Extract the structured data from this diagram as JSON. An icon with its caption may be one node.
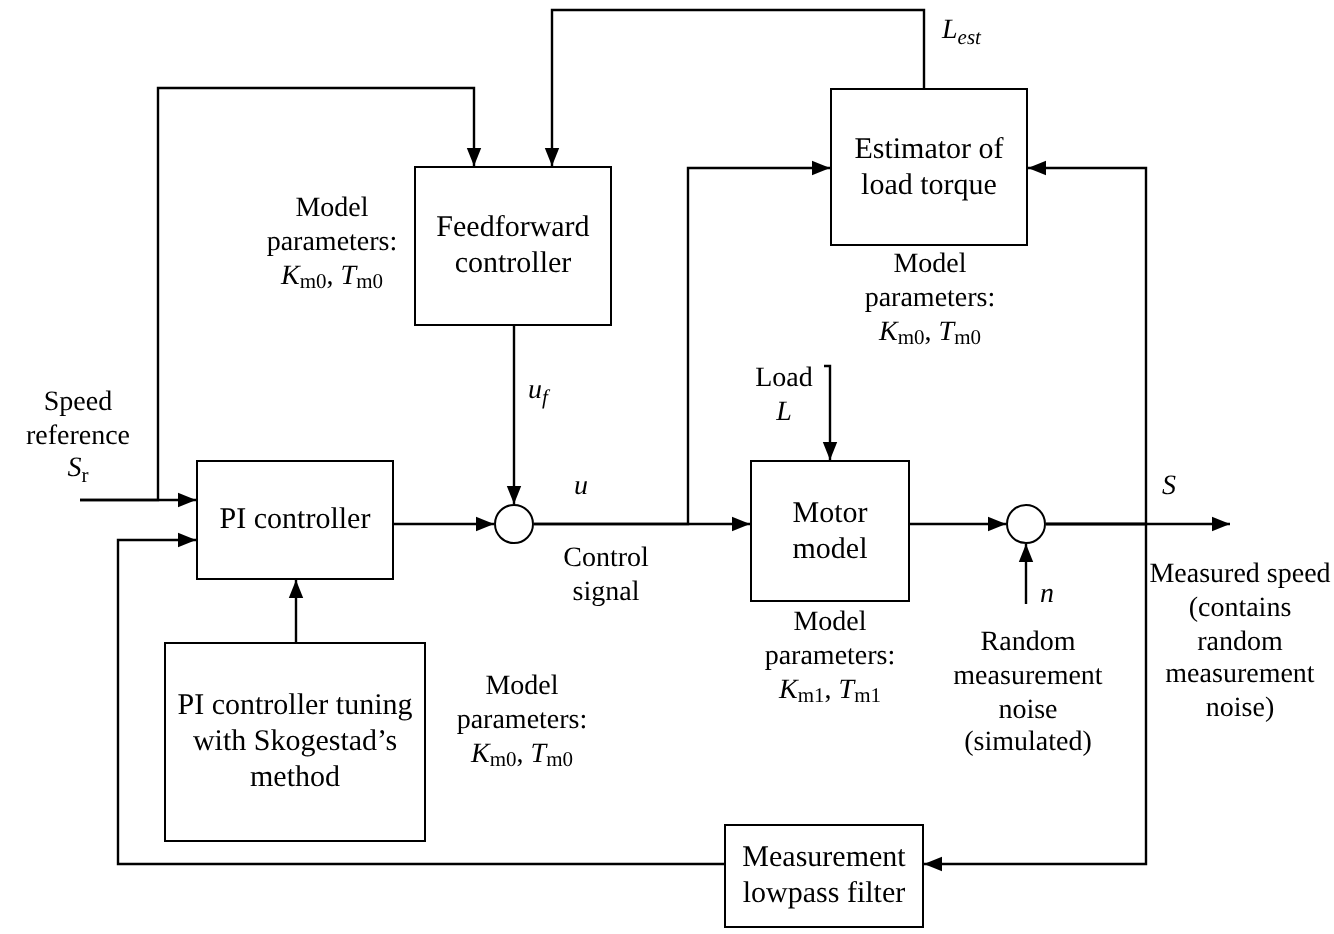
{
  "diagram": {
    "nodes": [
      {
        "text": [
          "Speed reference *S*$_{r}$"
        ]
      },
      {
        "text": [
          "Feedforward controller"
        ],
        "beside": [
          "Model parameters: *K*$_{m0}$, *T*$_{m0}$"
        ]
      },
      {
        "text": [
          "Estimator of load torque"
        ],
        "beside": [
          "Model parameters: *K*$_{m0}$, *T*$_{m0}$"
        ]
      },
      {
        "text": [
          "Load *L*"
        ]
      },
      {
        "text": [
          "PI controller"
        ]
      },
      {
        "text": [],
        "shape": "circle"
      },
      {
        "text": [
          "Motor model"
        ],
        "beside": [
          "Model parameters: *K*$_{m1}$, *T*$_{m1}$"
        ]
      },
      {
        "text": [],
        "shape": "circle"
      },
      {
        "text": [
          "PI controller tuning with Skogestad’s method"
        ],
        "beside": [
          "Model parameters: *K*$_{m0}$, *T*$_{m0}$"
        ]
      },
      {
        "text": [
          "Measurement lowpass filter"
        ]
      }
    ],
    "edges": [
      {
        "from": 0,
        "to": 4,
        "arrow": "to"
      },
      {
        "from": 0,
        "to": 1,
        "arrow": "to"
      },
      {
        "from": 2,
        "to": 1,
        "arrow": "to",
        "label": "L$_{est}$"
      },
      {
        "from": 1,
        "to": 5,
        "arrow": "to",
        "label": "u$_{f}$"
      },
      {
        "from": 4,
        "to": 5,
        "arrow": "to"
      },
      {
        "from": 5,
        "to": 6,
        "arrow": "to",
        "label": "u"
      },
      {
        "from": 5,
        "to": 2,
        "arrow": "to"
      },
      {
        "from": 3,
        "to": 6,
        "arrow": "to"
      },
      {
        "from": 6,
        "to": 7,
        "arrow": "to"
      },
      {
        "from": null,
        "to": 7,
        "arrow": "to",
        "label": "n"
      },
      {
        "from": 7,
        "to": null,
        "arrow": "to",
        "label": "S"
      },
      {
        "from": 7,
        "to": 2,
        "arrow": "to"
      },
      {
        "from": 7,
        "to": 9,
        "arrow": "to"
      },
      {
        "from": 9,
        "to": 4,
        "arrow": "to"
      },
      {
        "from": 8,
        "to": 4,
        "arrow": "to"
      }
    ],
    "labels": [
      "Control signal",
      "Random measurement noise (simulated)",
      "Measured speed (contains random measurement noise)"
    ]
  }
}
